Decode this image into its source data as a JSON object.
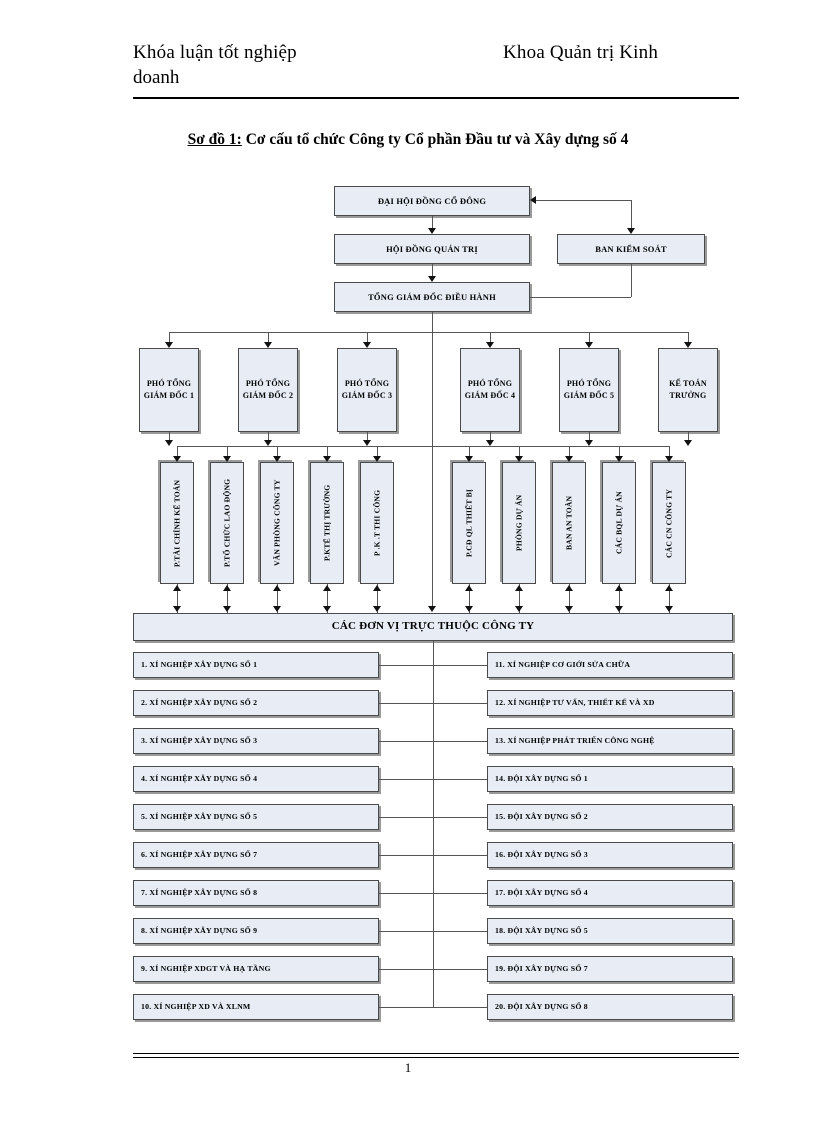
{
  "header": {
    "left_line1": "Khóa luận tốt nghiệp",
    "left_line2": "doanh",
    "right_line1": "Khoa Quản trị Kinh"
  },
  "figure": {
    "title_lead": "Sơ đồ 1:",
    "title_rest": " Cơ cấu tổ chức Công ty Cổ phần Đầu tư và Xây dựng số 4"
  },
  "footer": {
    "page_number": "1"
  },
  "chart_data": {
    "type": "diagram",
    "title": "Sơ đồ 1: Cơ cấu tổ chức Công ty Cổ phần Đầu tư và Xây dựng số 4",
    "box_fill": "#e7ecf5",
    "box_border": "#4a4a4a",
    "connector_color": "#555555",
    "levels": {
      "governance": [
        {
          "id": "dhdcd",
          "label": "ĐẠI HỘI ĐỒNG CỔ ĐÔNG"
        },
        {
          "id": "hdqt",
          "label": "HỘI ĐỒNG QUẢN TRỊ"
        },
        {
          "id": "bks",
          "label": "BAN KIỂM SOÁT"
        },
        {
          "id": "tgd",
          "label": "TỔNG GIÁM ĐỐC ĐIỀU HÀNH"
        }
      ],
      "executives": [
        {
          "id": "ptgd1",
          "label": "PHÓ TỔNG GIÁM ĐỐC 1"
        },
        {
          "id": "ptgd2",
          "label": "PHÓ TỔNG GIÁM ĐỐC 2"
        },
        {
          "id": "ptgd3",
          "label": "PHÓ TỔNG GIÁM ĐỐC 3"
        },
        {
          "id": "ptgd4",
          "label": "PHÓ TỔNG GIÁM ĐỐC 4"
        },
        {
          "id": "ptgd5",
          "label": "PHÓ TỔNG GIÁM ĐỐC 5"
        },
        {
          "id": "ktt",
          "label": "KẾ TOÁN TRƯỞNG"
        }
      ],
      "departments": [
        {
          "id": "d1",
          "label": "P.TÀI CHÍNH KẾ TOÁN"
        },
        {
          "id": "d2",
          "label": "P.TỔ CHỨC LAO ĐỘNG"
        },
        {
          "id": "d3",
          "label": "VĂN PHÒNG CÔNG TY"
        },
        {
          "id": "d4",
          "label": "P.KTẾ THỊ TRƯỜNG"
        },
        {
          "id": "d5",
          "label": "P .K .T THI CÔNG"
        },
        {
          "id": "d6",
          "label": "P.CĐ QL THIẾT BỊ"
        },
        {
          "id": "d7",
          "label": "PHÒNG DỰ ÁN"
        },
        {
          "id": "d8",
          "label": "BAN AN TOÀN"
        },
        {
          "id": "d9",
          "label": "CÁC BQL DỰ ÁN"
        },
        {
          "id": "d10",
          "label": "CÁC CN CÔNG TY"
        }
      ],
      "units_bar": {
        "id": "units-bar",
        "label": "CÁC ĐƠN VỊ TRỰC THUỘC CÔNG TY"
      },
      "units_left": [
        {
          "id": "u1",
          "label": "1. XÍ NGHIỆP XÂY DỰNG SỐ 1"
        },
        {
          "id": "u2",
          "label": "2. XÍ NGHIỆP XÂY DỰNG SỐ 2"
        },
        {
          "id": "u3",
          "label": "3. XÍ NGHIỆP XÂY DỰNG SỐ 3"
        },
        {
          "id": "u4",
          "label": "4. XÍ NGHIỆP XÂY DỰNG SỐ 4"
        },
        {
          "id": "u5",
          "label": "5. XÍ NGHIỆP XÂY DỰNG SỐ 5"
        },
        {
          "id": "u6",
          "label": "6. XÍ NGHIỆP XÂY DỰNG SỐ 7"
        },
        {
          "id": "u7",
          "label": "7. XÍ NGHIỆP XÂY DỰNG SỐ 8"
        },
        {
          "id": "u8",
          "label": "8. XÍ NGHIỆP XÂY DỰNG SỐ 9"
        },
        {
          "id": "u9",
          "label": "9. XÍ NGHIỆP XDGT VÀ HẠ TẦNG"
        },
        {
          "id": "u10",
          "label": "10. XÍ NGHIỆP XD VÀ XLNM"
        }
      ],
      "units_right": [
        {
          "id": "u11",
          "label": "11. XÍ NGHIỆP CƠ GIỚI SỬA CHỮA"
        },
        {
          "id": "u12",
          "label": "12. XÍ NGHIỆP TƯ VẤN, THIẾT KẾ VÀ XD"
        },
        {
          "id": "u13",
          "label": "13. XÍ NGHIỆP PHÁT TRIỂN CÔNG NGHỆ"
        },
        {
          "id": "u14",
          "label": "14. ĐỘI XÂY DỰNG SỐ 1"
        },
        {
          "id": "u15",
          "label": "15. ĐỘI XÂY DỰNG SỐ 2"
        },
        {
          "id": "u16",
          "label": "16. ĐỘI XÂY DỰNG SỐ 3"
        },
        {
          "id": "u17",
          "label": "17. ĐỘI XÂY DỰNG SỐ 4"
        },
        {
          "id": "u18",
          "label": "18. ĐỘI XÂY DỰNG SỐ 5"
        },
        {
          "id": "u19",
          "label": "19. ĐỘI XÂY DỰNG SỐ 7"
        },
        {
          "id": "u20",
          "label": "20. ĐỘI XÂY DỰNG SỐ 8"
        }
      ]
    }
  }
}
